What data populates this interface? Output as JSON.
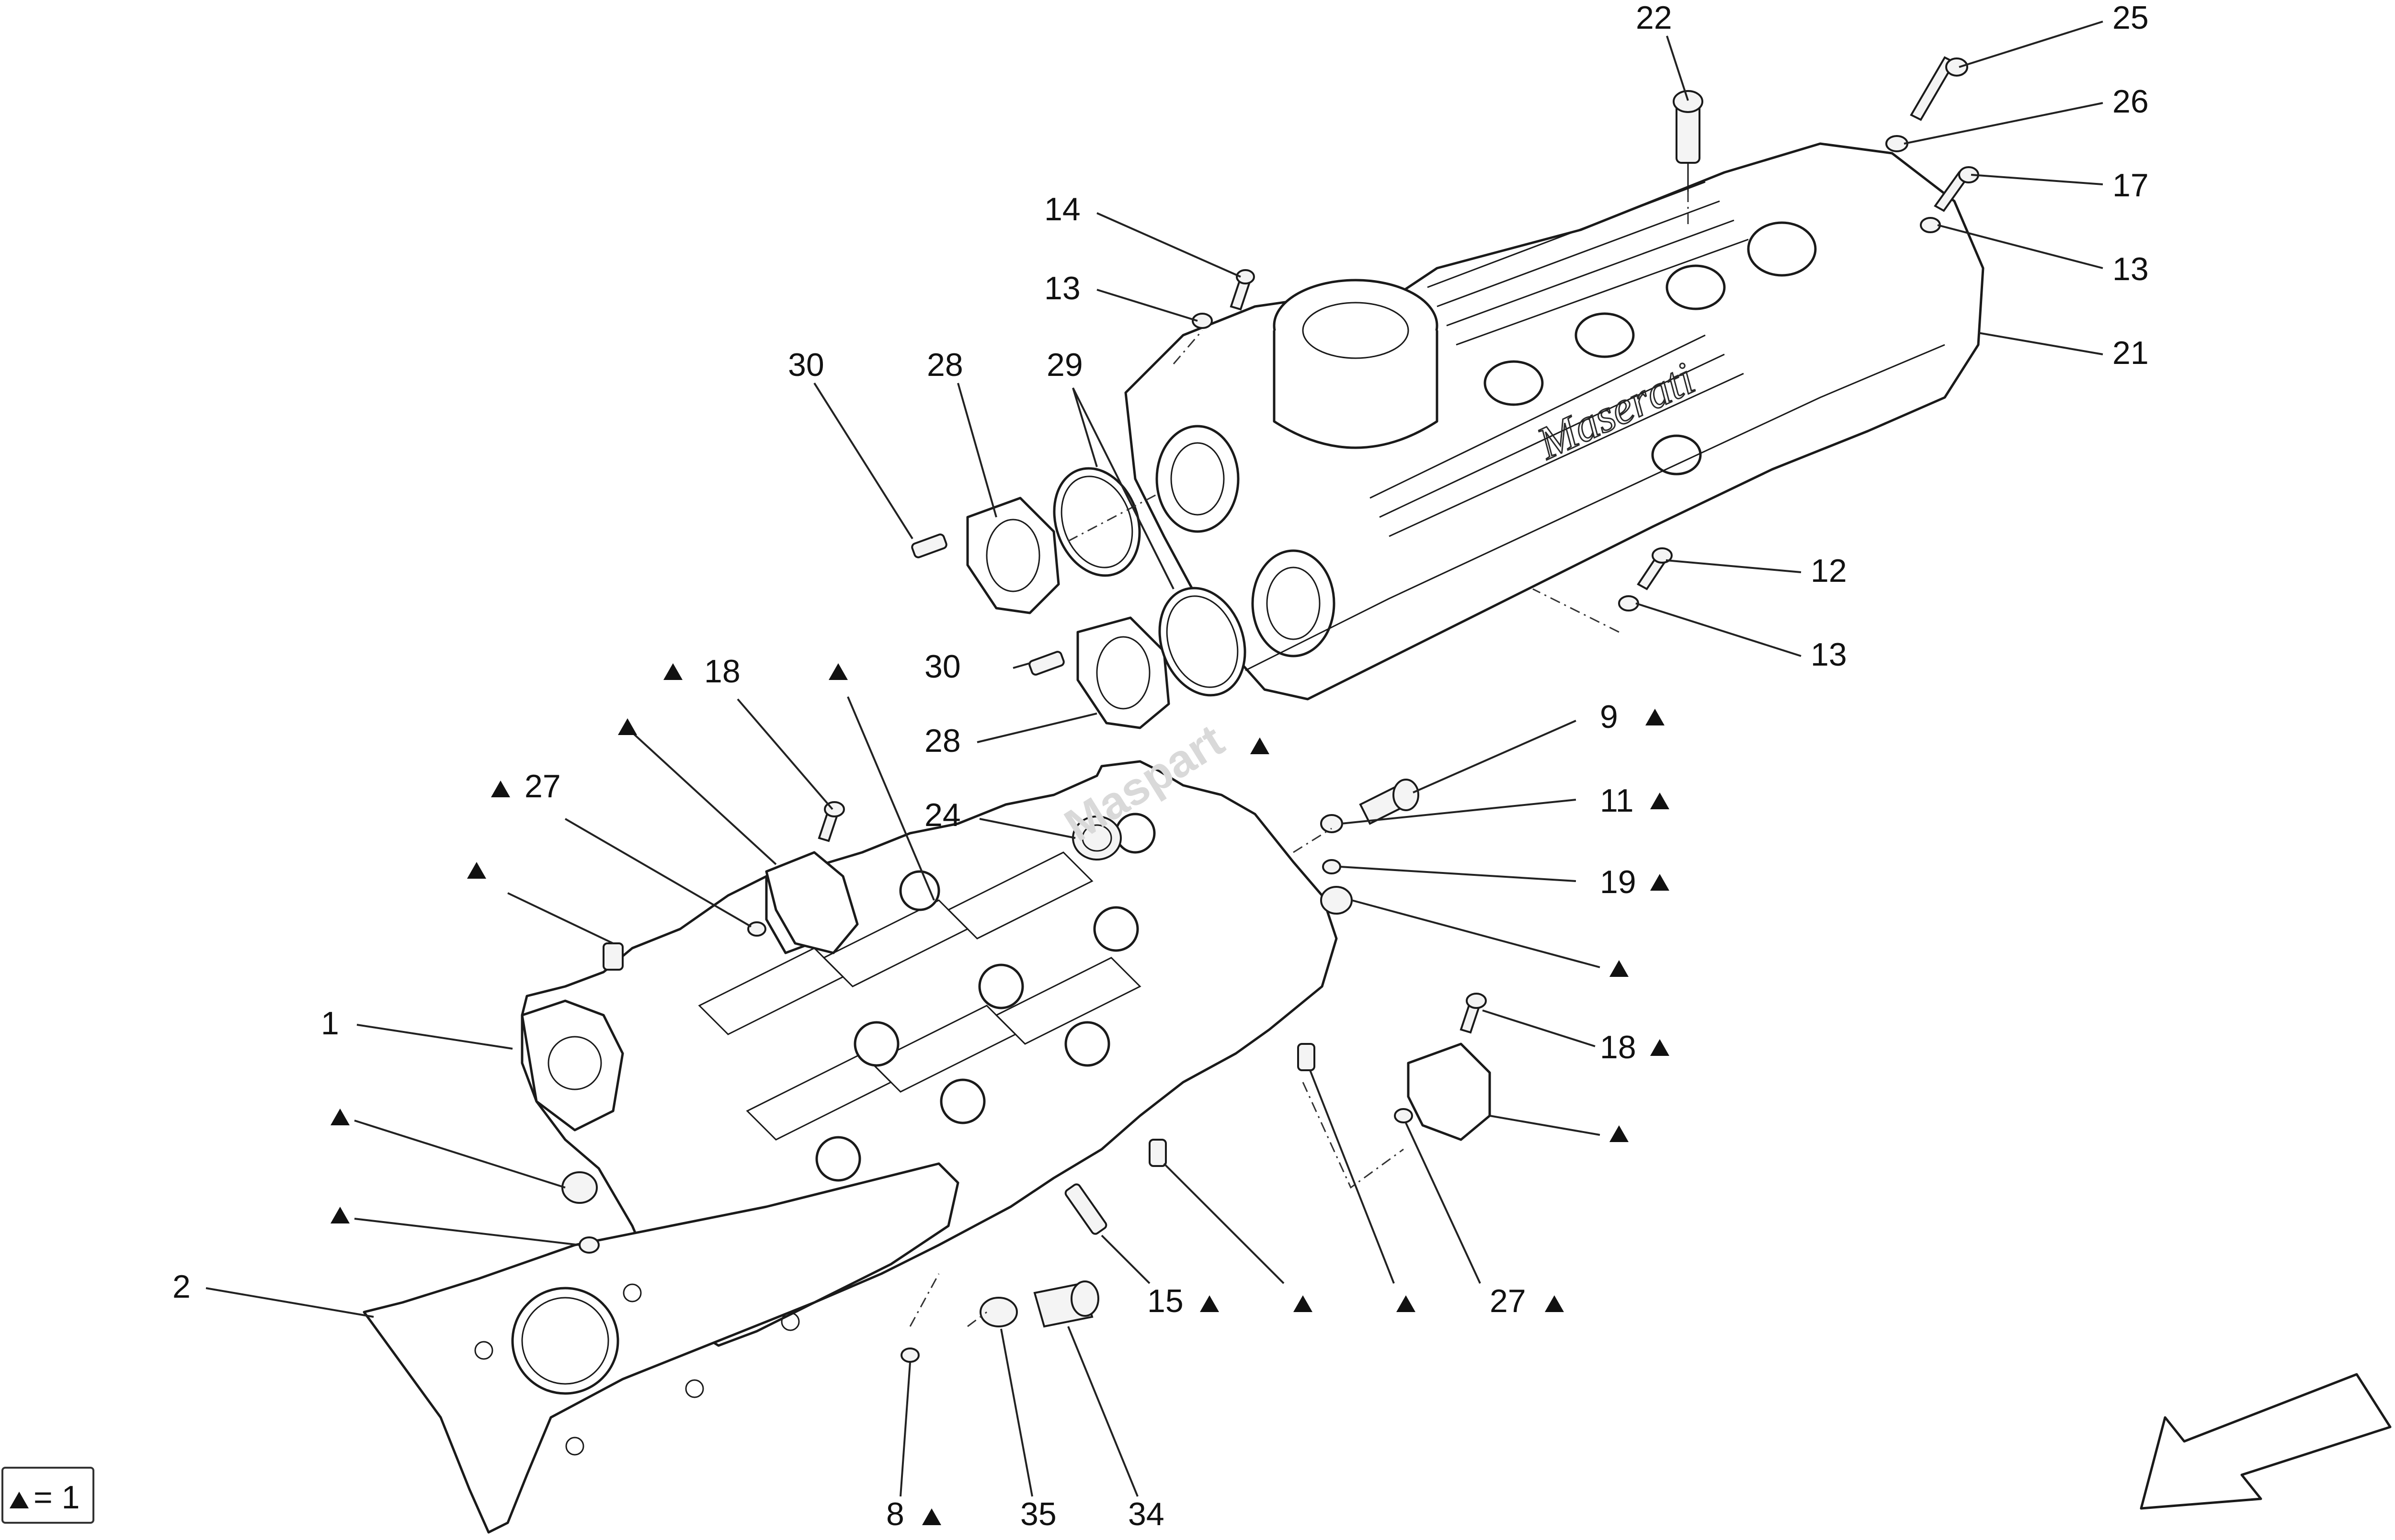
{
  "labels": {
    "c22": "22",
    "c25": "25",
    "c26": "26",
    "c17": "17",
    "c13_a": "13",
    "c21": "21",
    "c14": "14",
    "c13_b": "13",
    "c30_a": "30",
    "c28_a": "28",
    "c29": "29",
    "c12": "12",
    "c13_c": "13",
    "c30_b": "30",
    "c28_b": "28",
    "c9": "9",
    "c18_a": "18",
    "c27_a": "27",
    "c24": "24",
    "c11": "11",
    "c19": "19",
    "c1": "1",
    "c18_b": "18",
    "c2": "2",
    "c15": "15",
    "c27_b": "27",
    "c8": "8",
    "c35": "35",
    "c34": "34"
  },
  "legend": {
    "equals": "= 1"
  },
  "cover_branding": "Maserati",
  "watermark": "Maspart",
  "icons": {
    "triangle": "triangle-marker-icon",
    "orientation_arrow": "orientation-arrow-icon"
  },
  "colors": {
    "line": "#1a1a1a",
    "background": "#ffffff"
  }
}
